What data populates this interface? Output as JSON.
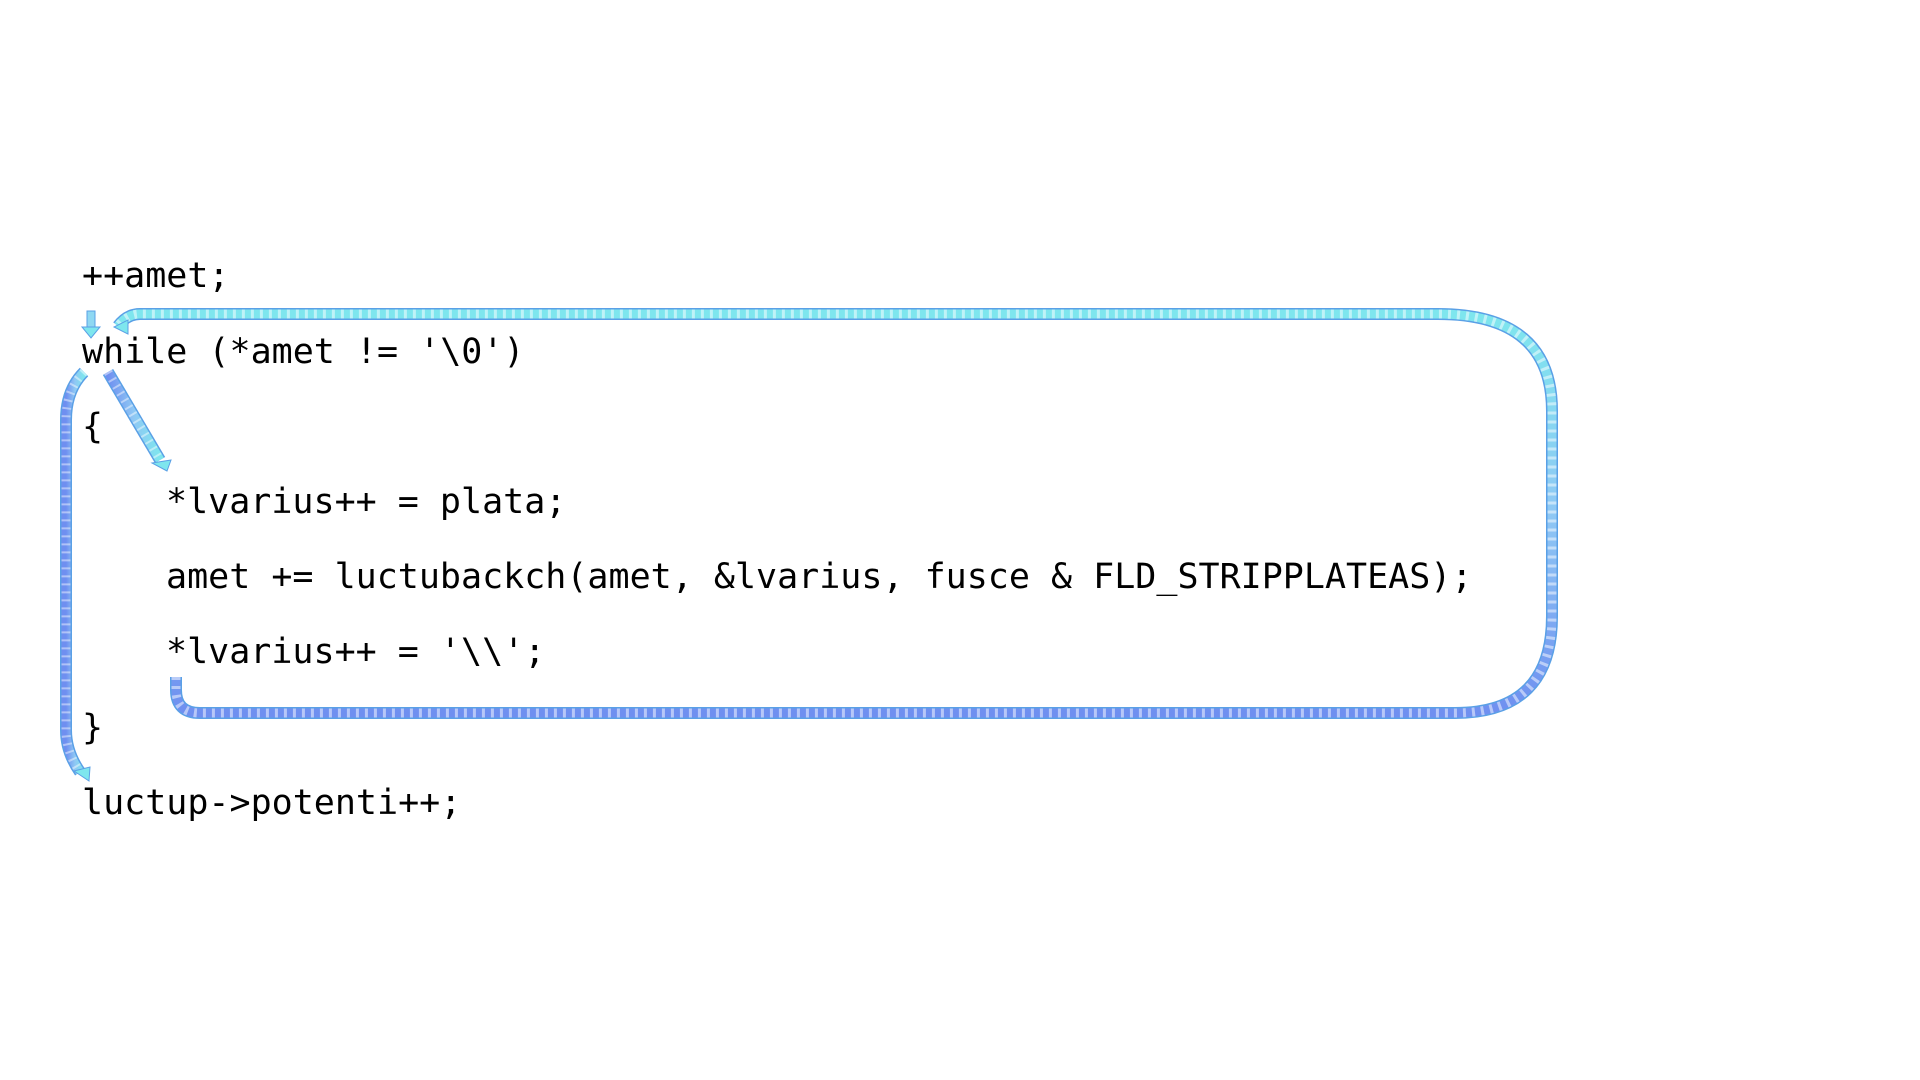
{
  "code": {
    "lines": [
      "++amet;",
      "while (*amet != '\\0')",
      "{",
      "*lvarius++ = plata;",
      "amet += luctubackch(amet, &lvarius, fusce & FLD_STRIPPLATEAS);",
      "*lvarius++ = '\\\\';",
      "}",
      "luctup->potenti++;"
    ]
  },
  "colors": {
    "arrow_light": "#7ee6ee",
    "arrow_mid": "#8fc8f4",
    "arrow_dark": "#6f8ff0",
    "arrow_outline": "#5aa0e6",
    "text": "#000000",
    "background": "#ffffff"
  }
}
